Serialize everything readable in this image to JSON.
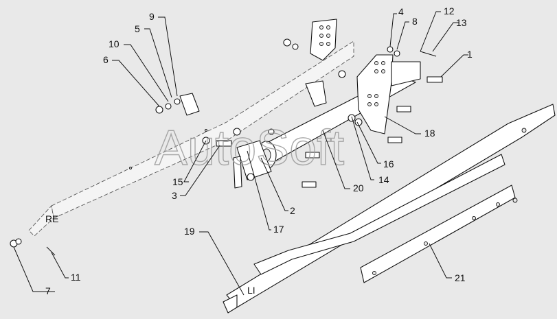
{
  "watermark": "AutoSoft",
  "side_labels": {
    "right": "RE",
    "left": "LI"
  },
  "callouts": [
    "9",
    "5",
    "10",
    "6",
    "4",
    "8",
    "12",
    "13",
    "1",
    "18",
    "16",
    "14",
    "20",
    "15",
    "3",
    "2",
    "17",
    "7",
    "11",
    "19",
    "21"
  ]
}
